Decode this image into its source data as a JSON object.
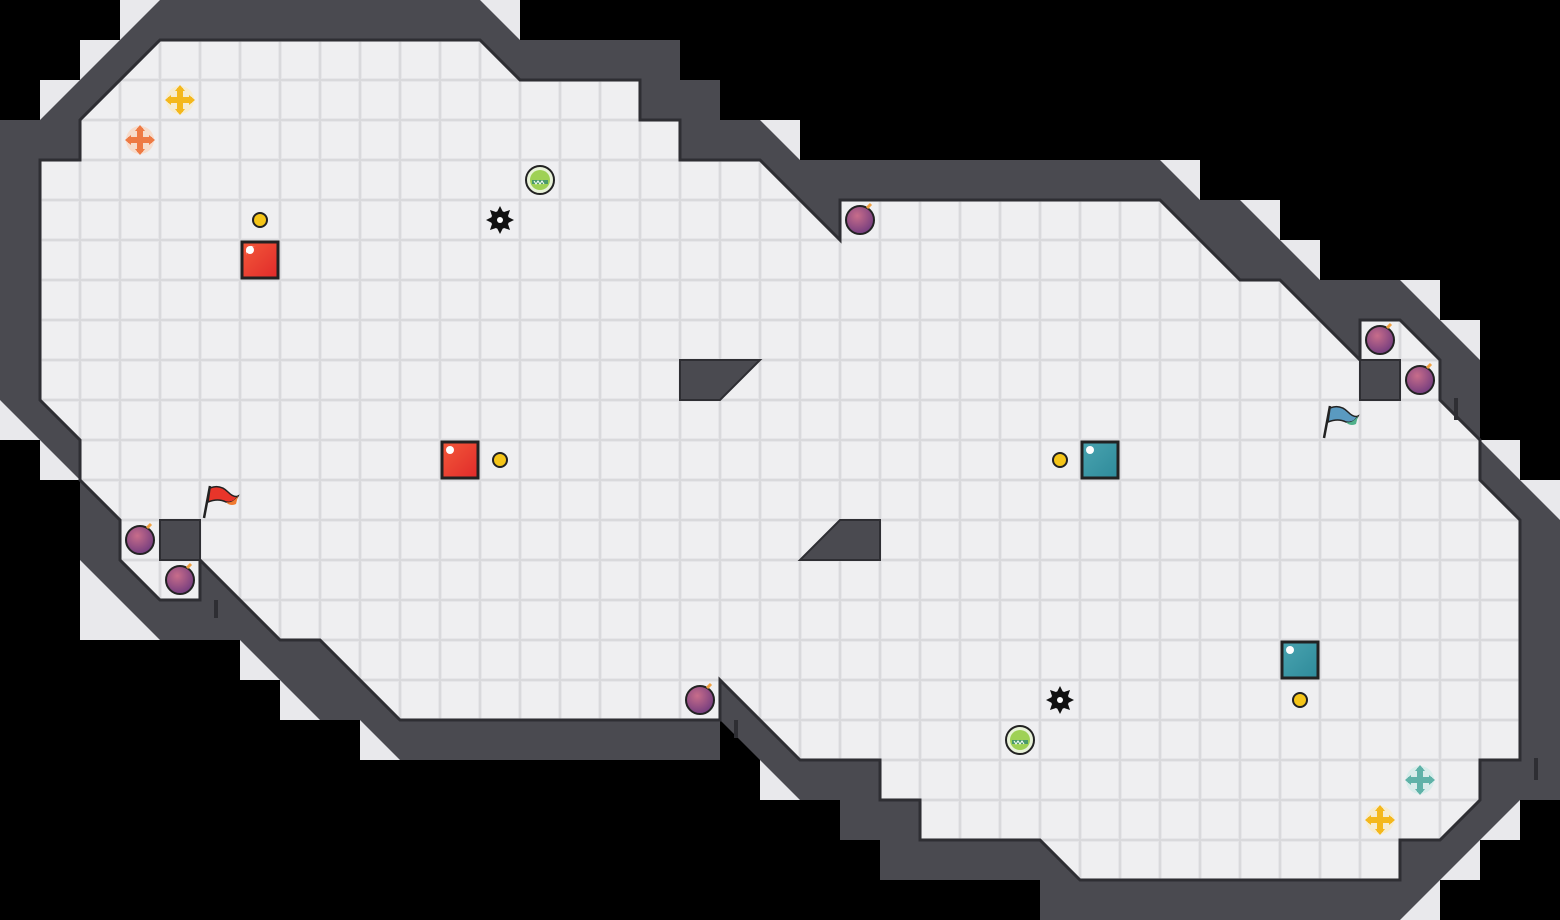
{
  "game": {
    "type": "capture-the-flag arena",
    "teams": [
      "red",
      "blue"
    ],
    "grid_tile_color": "#ececee",
    "wall_color": "#4a4a50"
  },
  "colors": {
    "red_team": "#e8352a",
    "blue_team": "#3a9aa6",
    "bomb": "#a24f86",
    "boost_yellow": "#f4b81c",
    "boost_orange": "#ee7a44",
    "boost_teal": "#5fb2a8",
    "powerup": "#9fd155",
    "spike": "#111111",
    "token": "#f5c518"
  },
  "icons": {
    "red_flag": "red-flag-icon",
    "blue_flag": "blue-flag-icon",
    "bomb": "bomb-icon",
    "boost": "boost-pad-icon",
    "powerup": "powerup-icon",
    "spike": "spike-icon",
    "gate": "team-gate-tile"
  }
}
